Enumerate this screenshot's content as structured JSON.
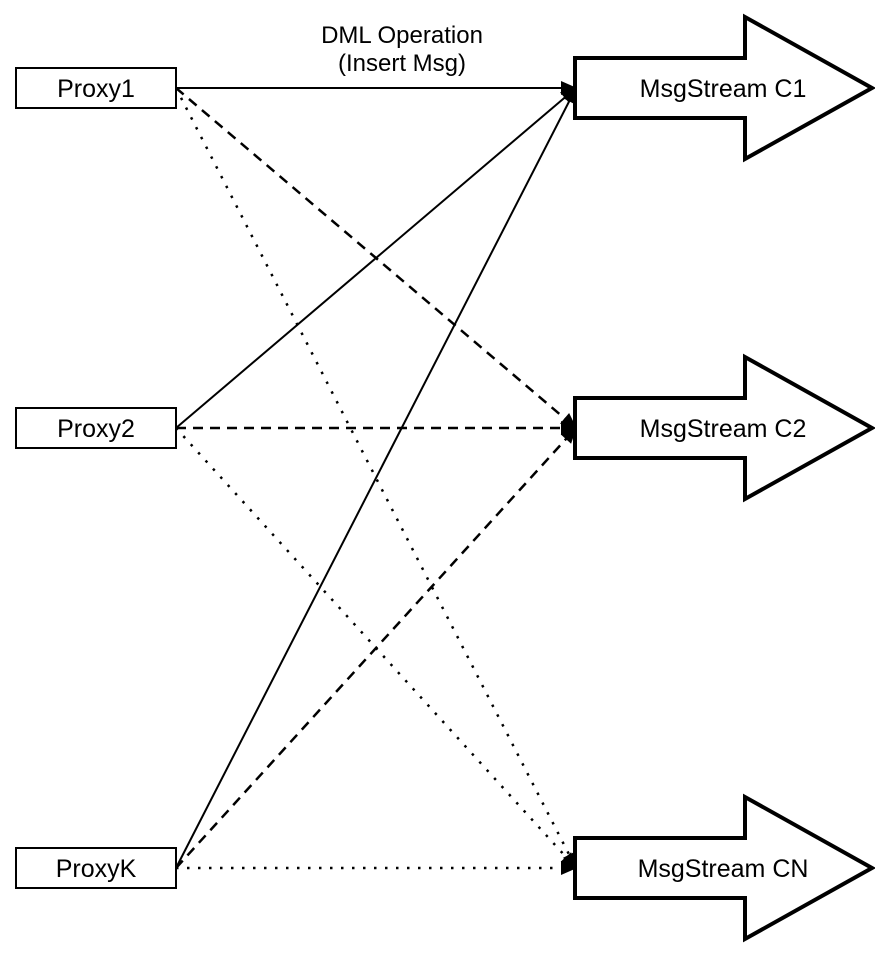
{
  "diagram": {
    "annotation": {
      "line1": "DML Operation",
      "line2": "(Insert Msg)"
    },
    "nodes": {
      "proxies": [
        {
          "label": "Proxy1"
        },
        {
          "label": "Proxy2"
        },
        {
          "label": "ProxyK"
        }
      ],
      "streams": [
        {
          "label": "MsgStream C1"
        },
        {
          "label": "MsgStream C2"
        },
        {
          "label": "MsgStream CN"
        }
      ]
    },
    "connections": [
      {
        "from": "Proxy1",
        "to": "MsgStream C1",
        "line_style": "solid"
      },
      {
        "from": "Proxy2",
        "to": "MsgStream C1",
        "line_style": "solid"
      },
      {
        "from": "ProxyK",
        "to": "MsgStream C1",
        "line_style": "solid"
      },
      {
        "from": "Proxy1",
        "to": "MsgStream C2",
        "line_style": "dashed"
      },
      {
        "from": "Proxy2",
        "to": "MsgStream C2",
        "line_style": "dashed"
      },
      {
        "from": "ProxyK",
        "to": "MsgStream C2",
        "line_style": "dashed"
      },
      {
        "from": "Proxy1",
        "to": "MsgStream CN",
        "line_style": "dotted"
      },
      {
        "from": "Proxy2",
        "to": "MsgStream CN",
        "line_style": "dotted"
      },
      {
        "from": "ProxyK",
        "to": "MsgStream CN",
        "line_style": "dotted"
      }
    ],
    "colors": {
      "stroke": "#000000",
      "shape_fill": "#ffffff",
      "background": "#ffffff"
    }
  }
}
